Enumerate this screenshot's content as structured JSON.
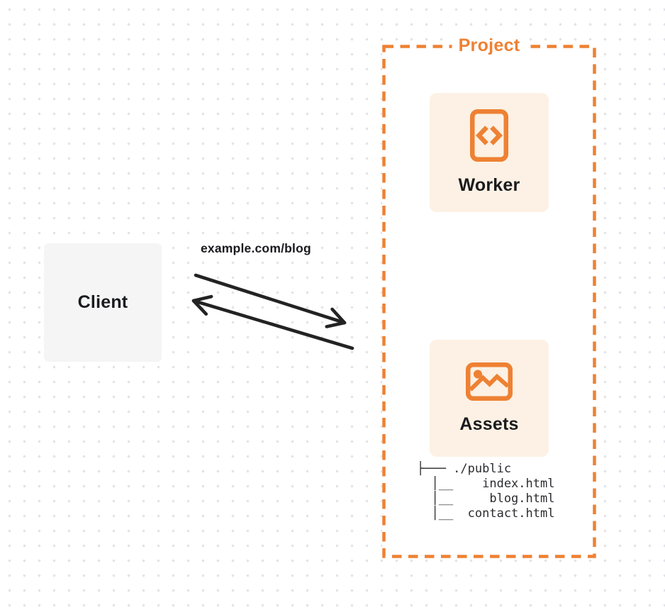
{
  "diagram": {
    "client": {
      "label": "Client"
    },
    "request": {
      "url_label": "example.com/blog",
      "arrows": "bidirectional-request-response"
    },
    "project": {
      "label": "Project",
      "worker": {
        "label": "Worker",
        "icon": "code-document-icon"
      },
      "assets": {
        "label": "Assets",
        "icon": "image-icon",
        "file_tree_lines": [
          "├─── ./public",
          "  │__    index.html",
          "  │__     blog.html",
          "  │__  contact.html"
        ]
      }
    },
    "colors": {
      "accent_orange": "#ee8133",
      "card_background": "#fcf1e4",
      "client_background": "#f5f5f6",
      "arrow_black": "#232323",
      "label_text": "#1a1b1e",
      "grid_dot": "#e3e4e8"
    }
  }
}
